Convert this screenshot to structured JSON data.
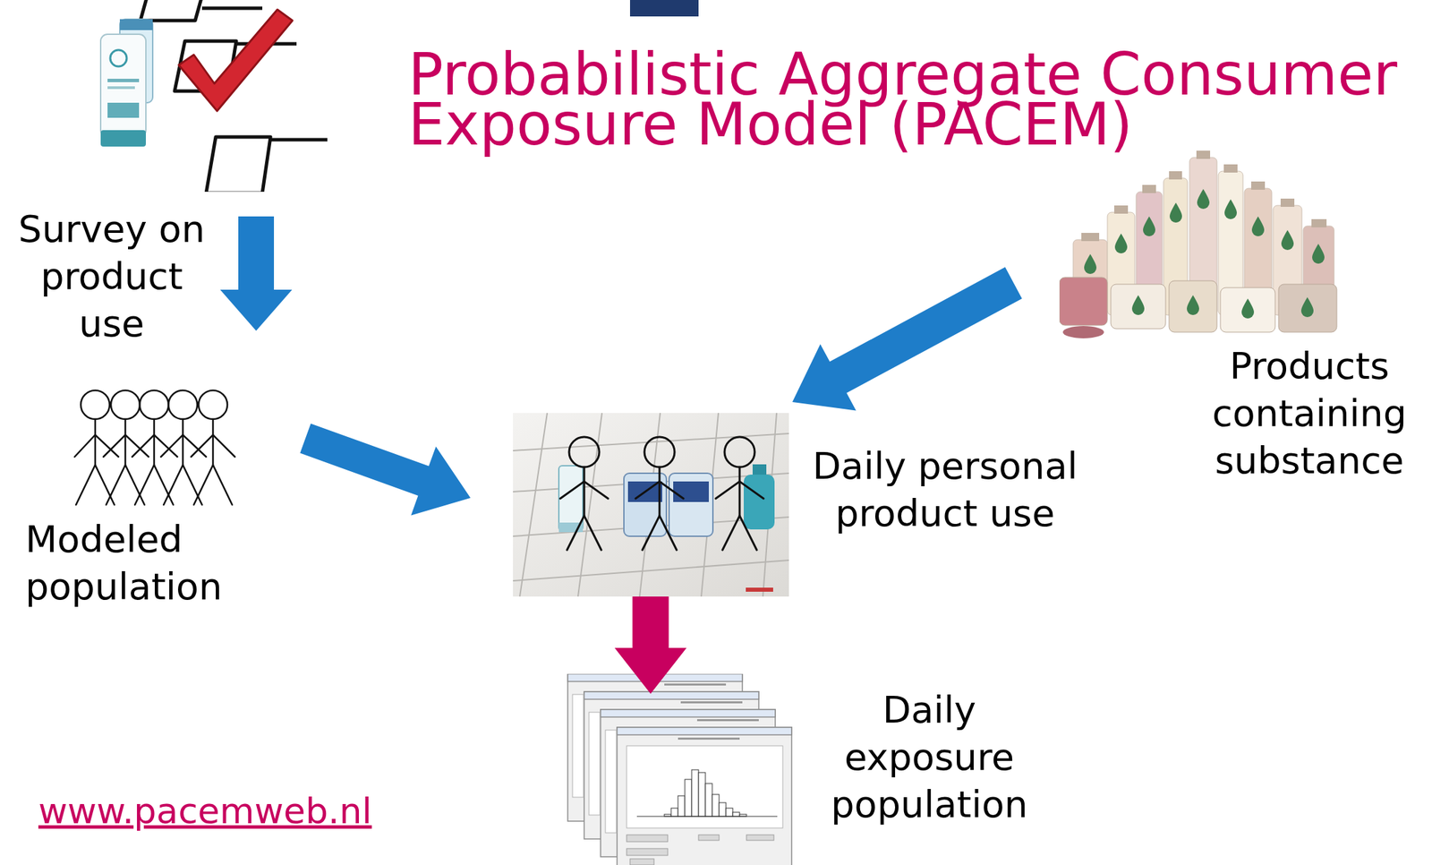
{
  "diagram": {
    "title": "Probabilistic Aggregate Consumer Exposure Model (PACEM)",
    "nodes": [
      {
        "text": [
          "Survey on product use"
        ]
      },
      {
        "text": [
          "Products containing substance"
        ]
      },
      {
        "text": [
          "Modeled population"
        ]
      },
      {
        "text": [
          "Daily personal product use"
        ]
      },
      {
        "text": [
          "Daily exposure population"
        ]
      }
    ],
    "edges": [
      {
        "from": 0,
        "to": 2,
        "arrow": "to"
      },
      {
        "from": 2,
        "to": 3,
        "arrow": "to"
      },
      {
        "from": 1,
        "to": 3,
        "arrow": "to"
      },
      {
        "from": 3,
        "to": 4,
        "arrow": "to"
      }
    ],
    "labels": [
      "www.pacemweb.nl"
    ]
  }
}
